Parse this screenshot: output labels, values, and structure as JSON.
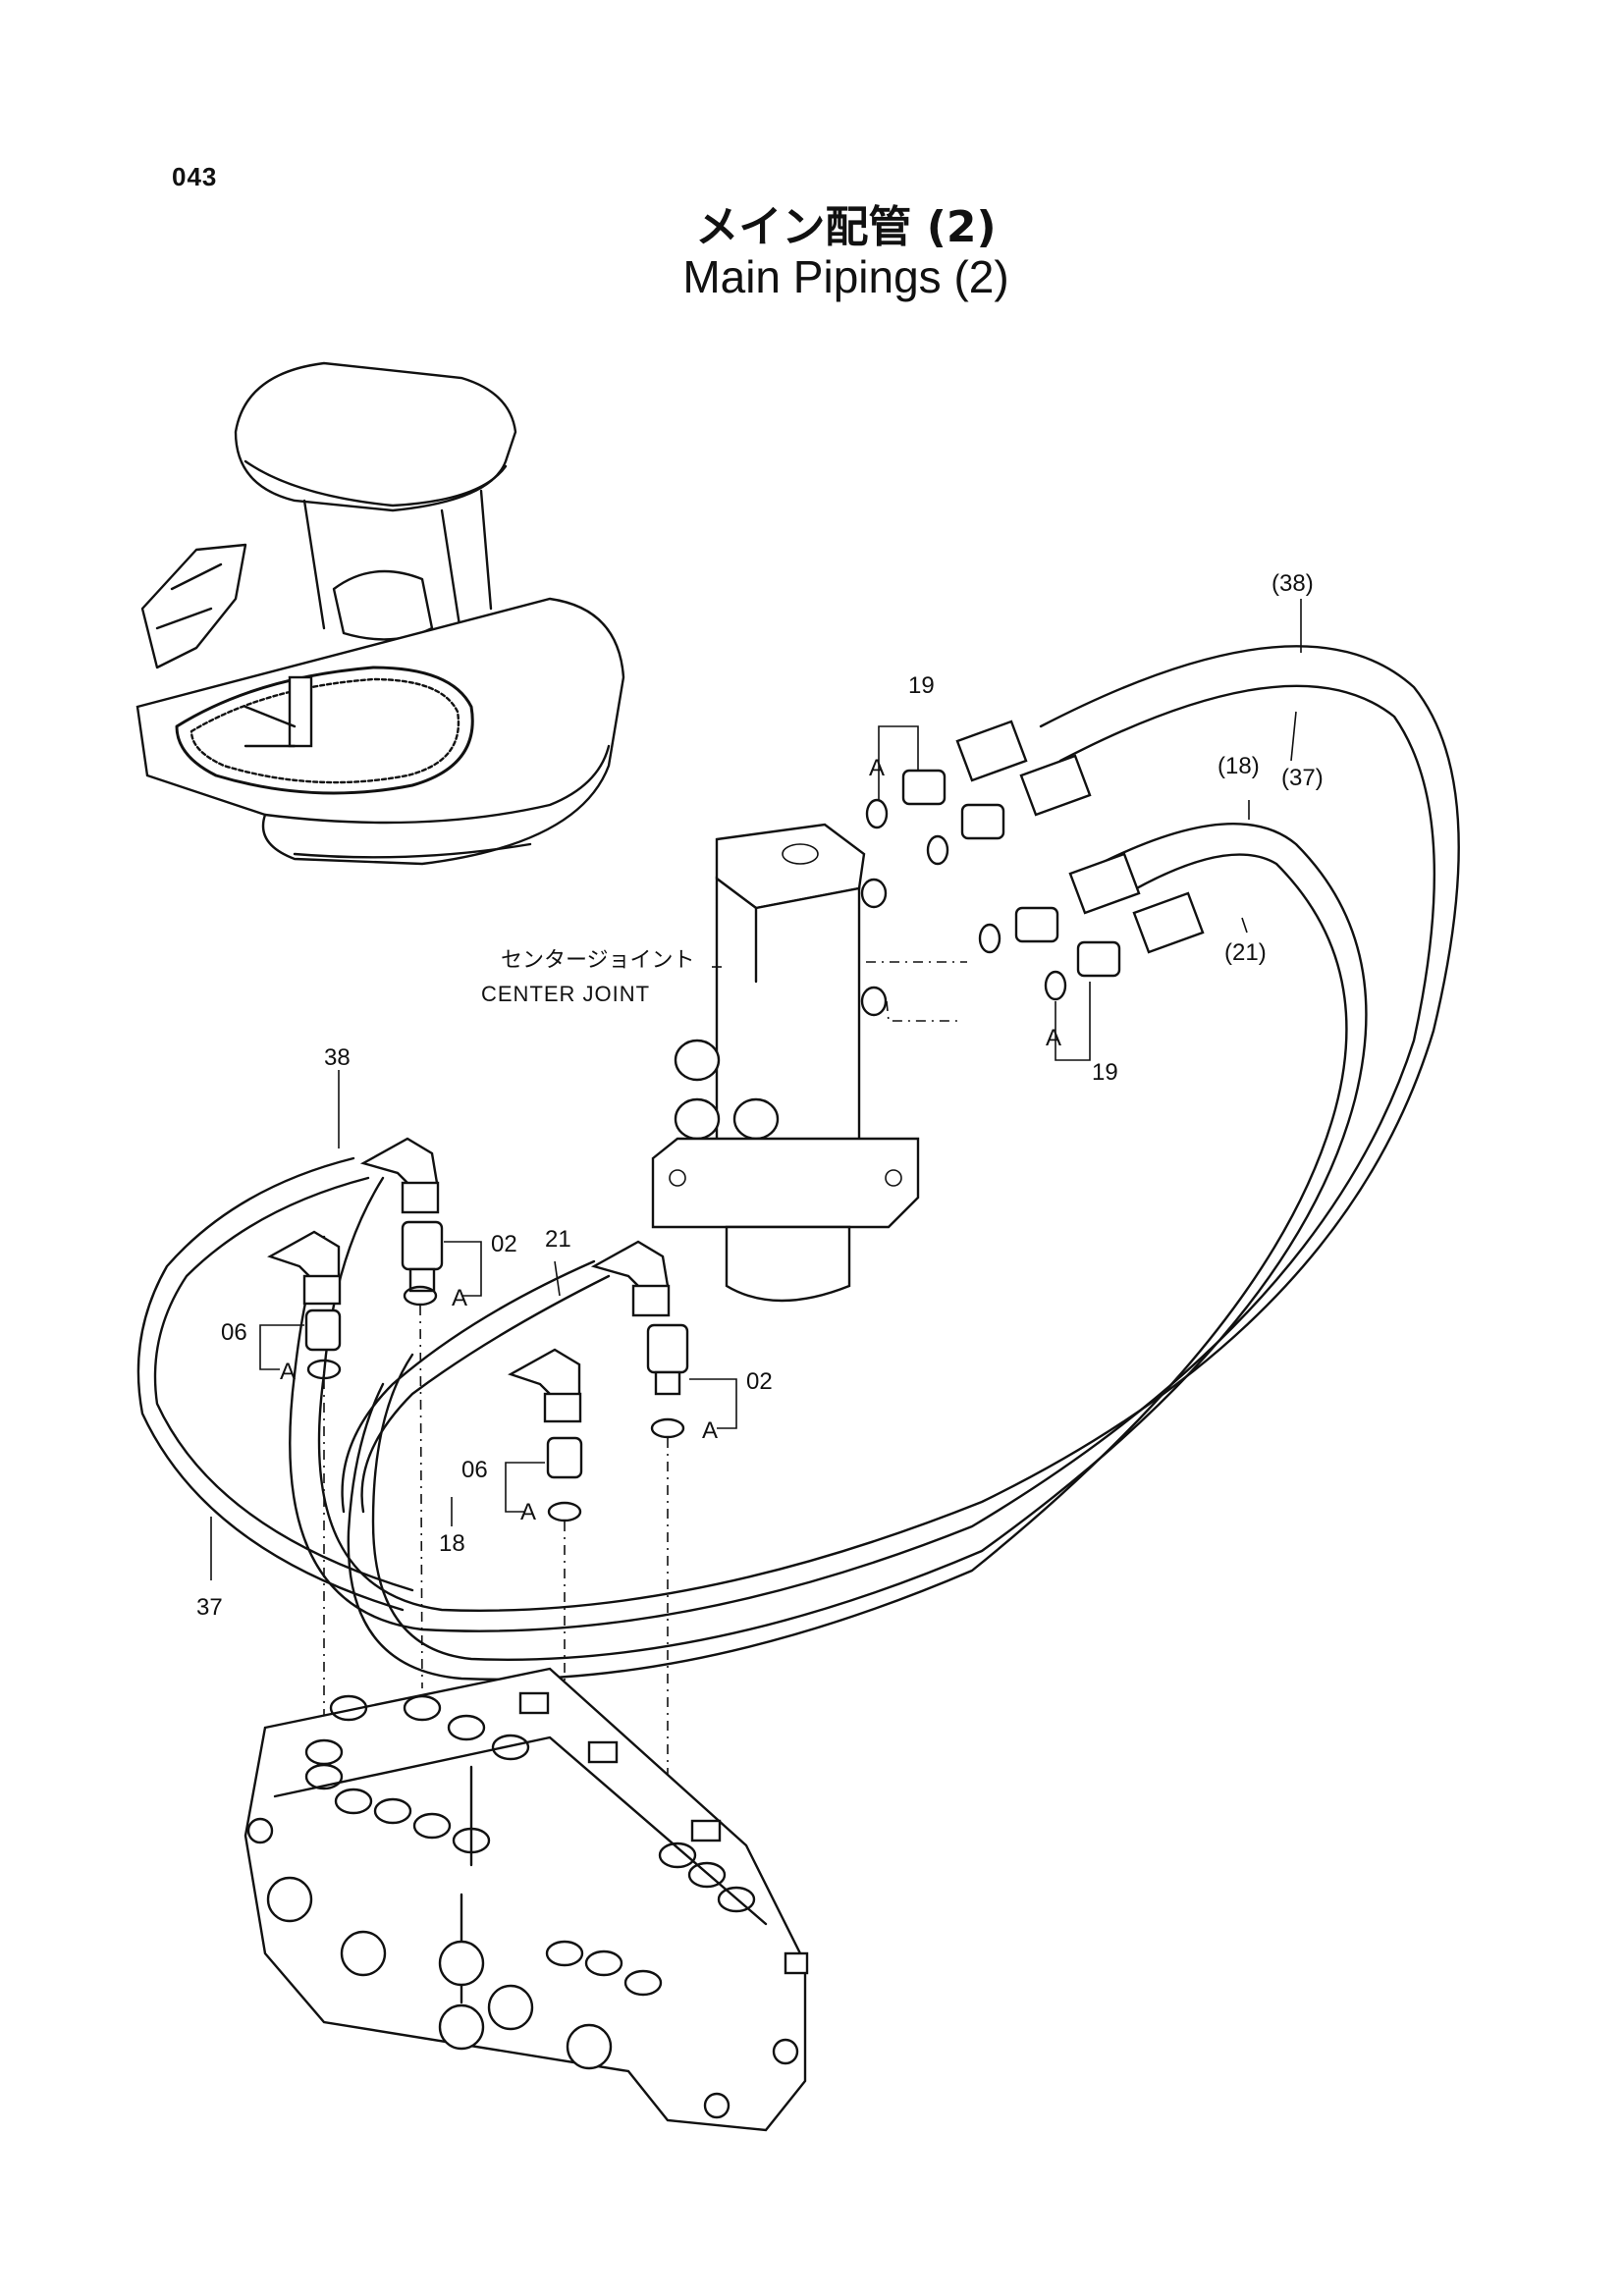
{
  "page": {
    "number": "043"
  },
  "title": {
    "ja": "メイン配管 (2)",
    "en": "Main Pipings (2)"
  },
  "component_labels": {
    "center_joint_ja": "センタージョイント",
    "center_joint_en": "CENTER JOINT"
  },
  "callouts": {
    "p38_paren": "(38)",
    "p37_paren": "(37)",
    "p18_paren": "(18)",
    "p21_paren": "(21)",
    "p19_top": "19",
    "p19_bottom": "19",
    "a_top": "A",
    "a_bottom": "A",
    "p38": "38",
    "p37": "37",
    "p21": "21",
    "p18": "18",
    "p02_left": "02",
    "p02_right": "02",
    "p06_left": "06",
    "p06_right": "06",
    "a_02_left": "A",
    "a_02_right": "A",
    "a_06_left": "A",
    "a_06_right": "A"
  }
}
